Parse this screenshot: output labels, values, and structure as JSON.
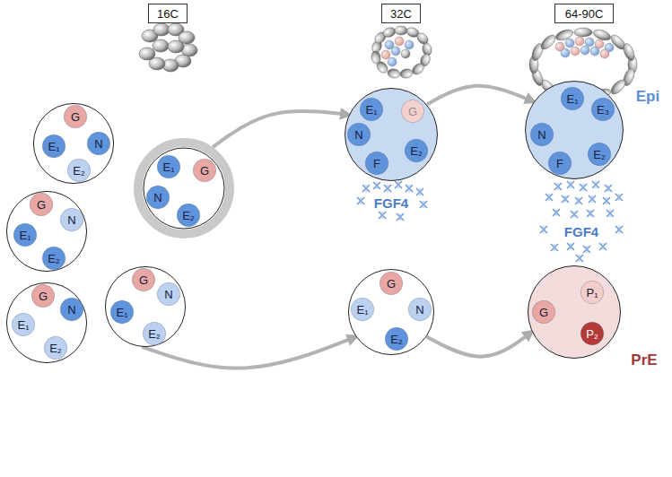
{
  "diagram": {
    "nodes": [
      {
        "text": [
          "16C"
        ]
      },
      {
        "text": [
          "32C"
        ]
      },
      {
        "text": [
          "64-90C"
        ]
      },
      {
        "text": []
      },
      {
        "text": [
          "G"
        ],
        "in": 3
      },
      {
        "text": [
          "E₁"
        ],
        "in": 3
      },
      {
        "text": [
          "N"
        ],
        "in": 3
      },
      {
        "text": [
          "E₂"
        ],
        "in": 3
      },
      {
        "text": []
      },
      {
        "text": [
          "G"
        ],
        "in": 8
      },
      {
        "text": [
          "N"
        ],
        "in": 8
      },
      {
        "text": [
          "E₁"
        ],
        "in": 8
      },
      {
        "text": [
          "E₂"
        ],
        "in": 8
      },
      {
        "text": []
      },
      {
        "text": [
          "G"
        ],
        "in": 13
      },
      {
        "text": [
          "N"
        ],
        "in": 13
      },
      {
        "text": [
          "E₁"
        ],
        "in": 13
      },
      {
        "text": [
          "E₂"
        ],
        "in": 13
      },
      {
        "text": []
      },
      {
        "text": [
          "E₁"
        ],
        "in": 18
      },
      {
        "text": [
          "G"
        ],
        "in": 18
      },
      {
        "text": [
          "N"
        ],
        "in": 18
      },
      {
        "text": [
          "E₂"
        ],
        "in": 18
      },
      {
        "text": []
      },
      {
        "text": [
          "G"
        ],
        "in": 23
      },
      {
        "text": [
          "N"
        ],
        "in": 23
      },
      {
        "text": [
          "E₁"
        ],
        "in": 23
      },
      {
        "text": [
          "E₂"
        ],
        "in": 23
      },
      {
        "text": []
      },
      {
        "text": [
          "E₁"
        ],
        "in": 28
      },
      {
        "text": [
          "G"
        ],
        "in": 28
      },
      {
        "text": [
          "N"
        ],
        "in": 28
      },
      {
        "text": [
          "F"
        ],
        "in": 28
      },
      {
        "text": [
          "E₂"
        ],
        "in": 28
      },
      {
        "text": []
      },
      {
        "text": [
          "G"
        ],
        "in": 34
      },
      {
        "text": [
          "E₁"
        ],
        "in": 34
      },
      {
        "text": [
          "N"
        ],
        "in": 34
      },
      {
        "text": [
          "E₂"
        ],
        "in": 34
      },
      {
        "text": [
          "Epi"
        ]
      },
      {
        "text": [
          "E₁"
        ],
        "in": 39
      },
      {
        "text": [
          "E₃"
        ],
        "in": 39
      },
      {
        "text": [
          "N"
        ],
        "in": 39
      },
      {
        "text": [
          "F"
        ],
        "in": 39
      },
      {
        "text": [
          "E₂"
        ],
        "in": 39
      },
      {
        "text": [
          "PrE"
        ]
      },
      {
        "text": [
          "G"
        ],
        "in": 45
      },
      {
        "text": [
          "P₁"
        ],
        "in": 45
      },
      {
        "text": [
          "P₂"
        ],
        "in": 45
      }
    ],
    "edges": [
      {
        "from": 18,
        "to": 28,
        "arrow": "to"
      },
      {
        "from": 28,
        "to": 39,
        "arrow": "to"
      },
      {
        "from": 23,
        "to": 34,
        "arrow": "to"
      },
      {
        "from": 34,
        "to": 45,
        "arrow": "to"
      }
    ],
    "labels": [
      "FGF4",
      "FGF4"
    ]
  }
}
